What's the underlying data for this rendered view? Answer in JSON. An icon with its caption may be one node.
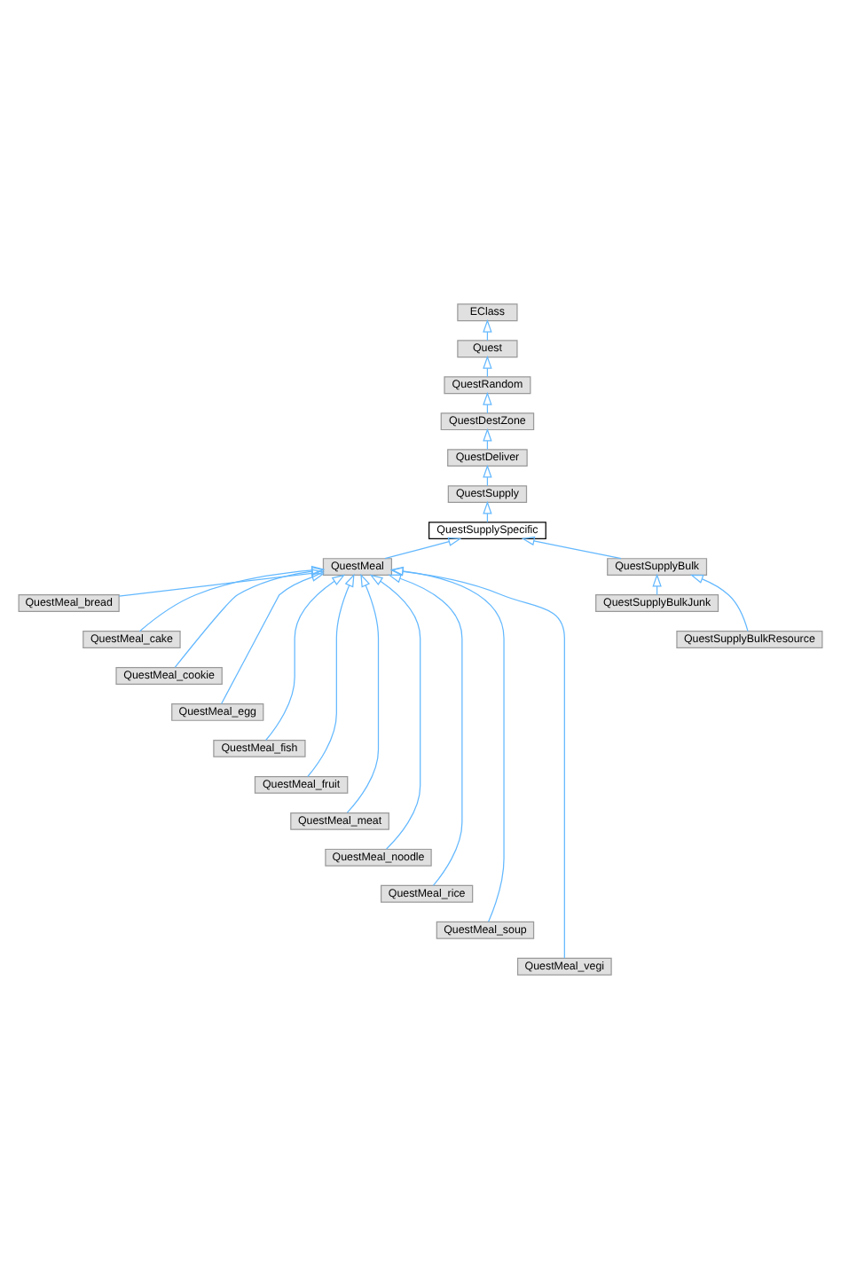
{
  "diagram": {
    "nodes": [
      {
        "text": [
          "EClass"
        ]
      },
      {
        "text": [
          "Quest"
        ]
      },
      {
        "text": [
          "QuestRandom"
        ]
      },
      {
        "text": [
          "QuestDestZone"
        ]
      },
      {
        "text": [
          "QuestDeliver"
        ]
      },
      {
        "text": [
          "QuestSupply"
        ]
      },
      {
        "text": [
          "QuestSupplySpecific"
        ]
      },
      {
        "text": [
          "QuestMeal"
        ]
      },
      {
        "text": [
          "QuestSupplyBulk"
        ]
      },
      {
        "text": [
          "QuestMeal_bread"
        ]
      },
      {
        "text": [
          "QuestSupplyBulkJunk"
        ]
      },
      {
        "text": [
          "QuestMeal_cake"
        ]
      },
      {
        "text": [
          "QuestSupplyBulkResource"
        ]
      },
      {
        "text": [
          "QuestMeal_cookie"
        ]
      },
      {
        "text": [
          "QuestMeal_egg"
        ]
      },
      {
        "text": [
          "QuestMeal_fish"
        ]
      },
      {
        "text": [
          "QuestMeal_fruit"
        ]
      },
      {
        "text": [
          "QuestMeal_meat"
        ]
      },
      {
        "text": [
          "QuestMeal_noodle"
        ]
      },
      {
        "text": [
          "QuestMeal_rice"
        ]
      },
      {
        "text": [
          "QuestMeal_soup"
        ]
      },
      {
        "text": [
          "QuestMeal_vegi"
        ]
      }
    ],
    "edges": [
      {
        "from": 1,
        "to": 0,
        "arrow": "to"
      },
      {
        "from": 2,
        "to": 1,
        "arrow": "to"
      },
      {
        "from": 3,
        "to": 2,
        "arrow": "to"
      },
      {
        "from": 4,
        "to": 3,
        "arrow": "to"
      },
      {
        "from": 5,
        "to": 4,
        "arrow": "to"
      },
      {
        "from": 6,
        "to": 5,
        "arrow": "to"
      },
      {
        "from": 7,
        "to": 6,
        "arrow": "to"
      },
      {
        "from": 8,
        "to": 6,
        "arrow": "to"
      },
      {
        "from": 9,
        "to": 7,
        "arrow": "to"
      },
      {
        "from": 10,
        "to": 8,
        "arrow": "to"
      },
      {
        "from": 11,
        "to": 7,
        "arrow": "to"
      },
      {
        "from": 12,
        "to": 8,
        "arrow": "to"
      },
      {
        "from": 13,
        "to": 7,
        "arrow": "to"
      },
      {
        "from": 14,
        "to": 7,
        "arrow": "to"
      },
      {
        "from": 15,
        "to": 7,
        "arrow": "to"
      },
      {
        "from": 16,
        "to": 7,
        "arrow": "to"
      },
      {
        "from": 17,
        "to": 7,
        "arrow": "to"
      },
      {
        "from": 18,
        "to": 7,
        "arrow": "to"
      },
      {
        "from": 19,
        "to": 7,
        "arrow": "to"
      },
      {
        "from": 20,
        "to": 7,
        "arrow": "to"
      },
      {
        "from": 21,
        "to": 7,
        "arrow": "to"
      }
    ]
  }
}
